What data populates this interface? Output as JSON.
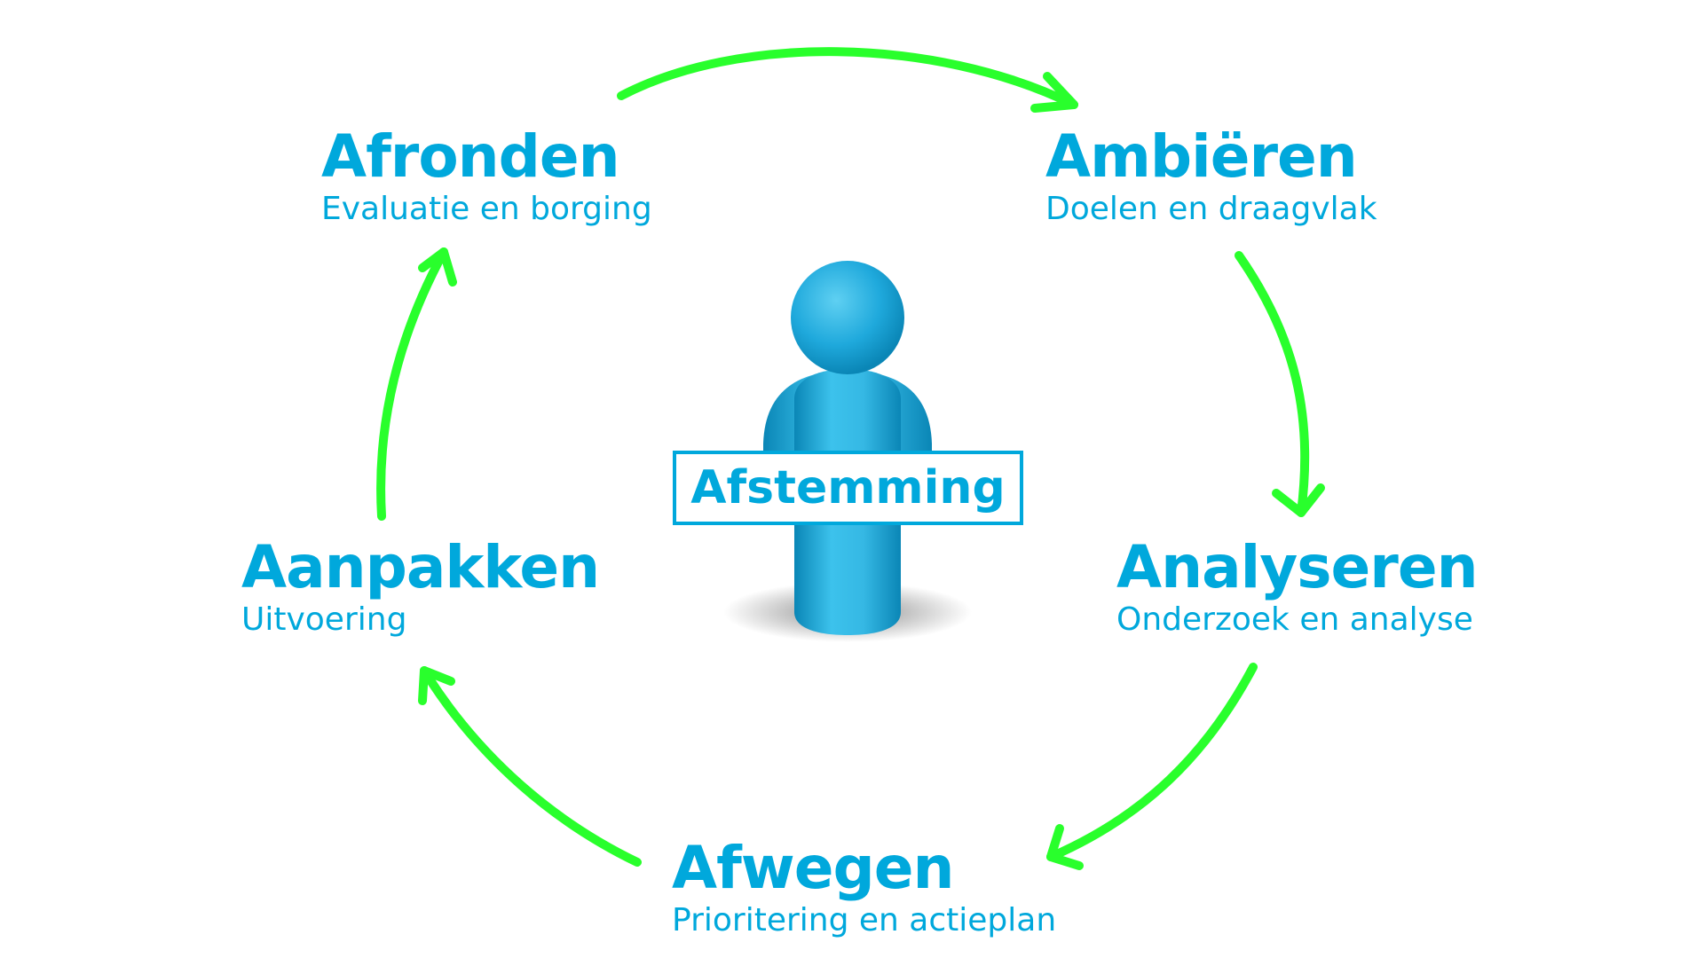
{
  "colors": {
    "accent": "#00a8dc",
    "arrow": "#29ff2c",
    "figure_light": "#3cc2ec",
    "figure_dark": "#0a86b6"
  },
  "center": {
    "label": "Afstemming",
    "icon": "person-figure-icon"
  },
  "nodes": {
    "afronden": {
      "title": "Afronden",
      "subtitle": "Evaluatie en borging"
    },
    "ambieren": {
      "title": "Ambiëren",
      "subtitle": "Doelen en draagvlak"
    },
    "analyseren": {
      "title": "Analyseren",
      "subtitle": "Onderzoek en analyse"
    },
    "afwegen": {
      "title": "Afwegen",
      "subtitle": "Prioritering en actieplan"
    },
    "aanpakken": {
      "title": "Aanpakken",
      "subtitle": "Uitvoering"
    }
  },
  "cycle_order": [
    "afronden",
    "ambieren",
    "analyseren",
    "afwegen",
    "aanpakken"
  ]
}
